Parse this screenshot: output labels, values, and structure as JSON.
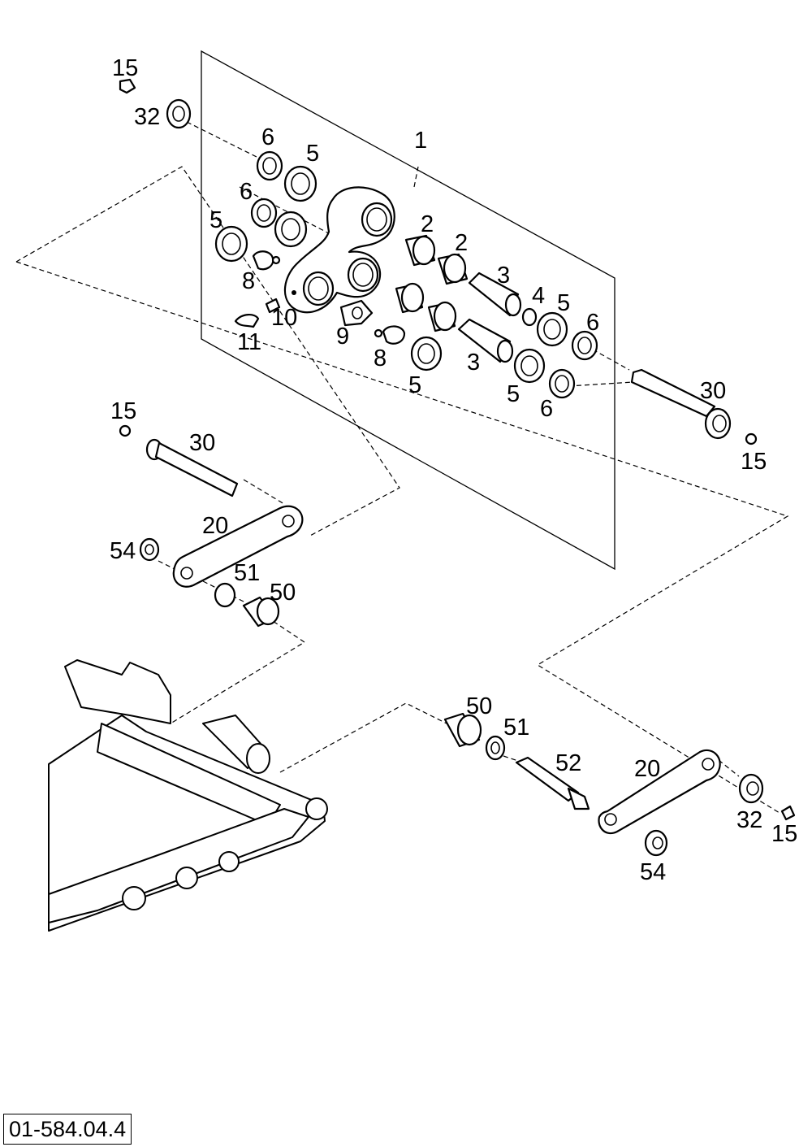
{
  "document_number": "01-584.04.4",
  "callouts": {
    "c15a": "15",
    "c32a": "32",
    "c6a": "6",
    "c5a": "5",
    "c1": "1",
    "c6b": "6",
    "c5b": "5",
    "c8a": "8",
    "c10": "10",
    "c11": "11",
    "c9": "9",
    "c8b": "8",
    "c2a": "2",
    "c2b": "2",
    "c3a": "3",
    "c4": "4",
    "c5c": "5",
    "c6c": "6",
    "c3b": "3",
    "c5d": "5",
    "c5e": "5",
    "c6d": "6",
    "c30a": "30",
    "c15b": "15",
    "c15c": "15",
    "c30b": "30",
    "c20a": "20",
    "c54a": "54",
    "c51a": "51",
    "c50a": "50",
    "c50b": "50",
    "c51b": "51",
    "c52": "52",
    "c20b": "20",
    "c32b": "32",
    "c15d": "15",
    "c54b": "54"
  }
}
